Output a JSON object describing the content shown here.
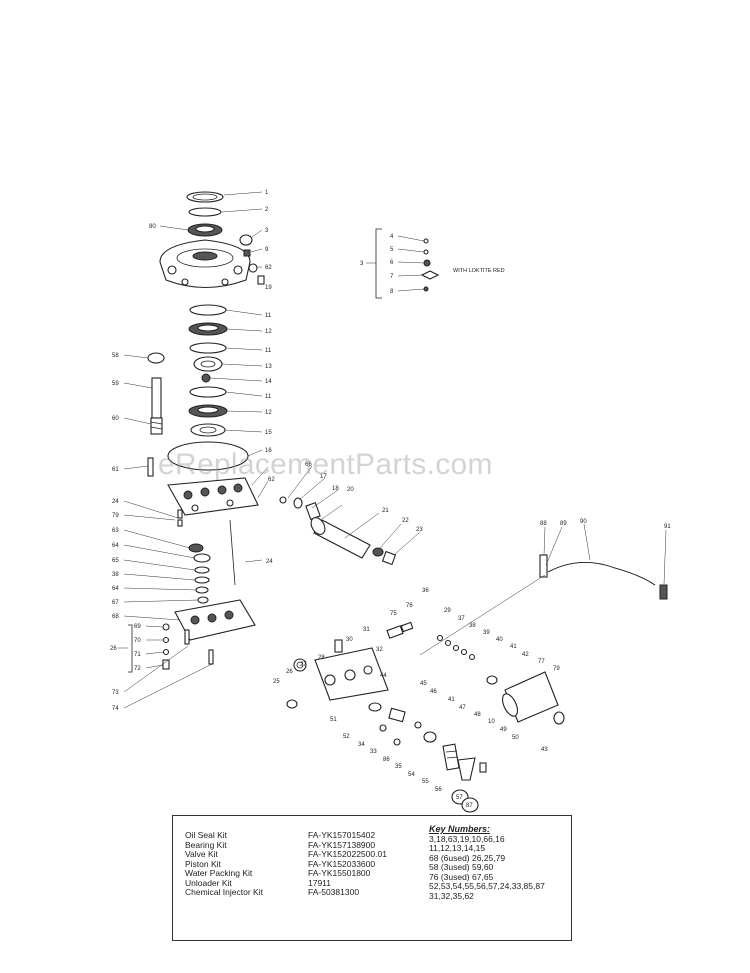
{
  "watermark": "eReplacementParts.com",
  "inset": {
    "group_number": "3",
    "items": [
      "4",
      "5",
      "6",
      "7",
      "8"
    ],
    "note": "WITH LOKTITE RED"
  },
  "callouts": {
    "c1": "1",
    "c2": "2",
    "c3": "3",
    "c9": "9",
    "c62a": "62",
    "c19": "19",
    "c80": "80",
    "c11a": "11",
    "c12a": "12",
    "c11b": "11",
    "c13": "13",
    "c14": "14",
    "c11c": "11",
    "c12b": "12",
    "c15": "15",
    "c16": "16",
    "c58": "58",
    "c59": "59",
    "c60": "60",
    "c61": "61",
    "c62b": "62",
    "c66": "66",
    "c17": "17",
    "c18": "18",
    "c20": "20",
    "c21": "21",
    "c22": "22",
    "c23": "23",
    "c24a": "24",
    "c79a": "79",
    "c63": "63",
    "c64a": "64",
    "c65": "65",
    "c38": "38",
    "c64b": "64",
    "c67": "67",
    "c24b": "24",
    "c68": "68",
    "c69": "69",
    "c70": "70",
    "c71": "71",
    "c72": "72",
    "c26": "26",
    "c73": "73",
    "c74": "74",
    "c88": "88",
    "c89": "89",
    "c90": "90",
    "c91": "91",
    "c75": "75",
    "c76": "76",
    "c36": "36",
    "c31": "31",
    "c32": "32",
    "c30": "30",
    "c29": "29",
    "c37": "37",
    "c38b": "38",
    "c39": "39",
    "c40": "40",
    "c41a": "41",
    "c42": "42",
    "c77": "77",
    "c79b": "79",
    "c27": "27",
    "c28": "28",
    "c26b": "26",
    "c25": "25",
    "c44": "44",
    "c45": "45",
    "c46": "46",
    "c41b": "41",
    "c47": "47",
    "c48": "48",
    "c49": "49",
    "c10": "10",
    "c50": "50",
    "c43": "43",
    "c51": "51",
    "c52": "52",
    "c34": "34",
    "c33": "33",
    "c86": "86",
    "c35": "35",
    "c54": "54",
    "c55": "55",
    "c56": "56",
    "c57": "57",
    "c87": "87"
  },
  "kits": {
    "names": [
      "Oil Seal Kit",
      "Bearing Kit",
      "Valve Kit",
      "Piston Kit",
      "Water Packing Kit",
      "Unloader Kit",
      "Chemical Injector Kit"
    ],
    "codes": [
      "FA-YK157015402",
      "FA-YK157138900",
      "FA-YK152022500.01",
      "FA-YK152033600",
      "FA-YK15501800",
      "17911",
      "FA-50381300"
    ],
    "key_title": "Key Numbers:",
    "keys": [
      "3,18,63,19,10,66,16",
      "11,12,13,14,15",
      "68 (6used)  26,25,79",
      "58 (3used)  59,60",
      "76 (3used)  67,65",
      "52,53,54,55,56,57,24,33,85,87",
      "31,32,35,62"
    ]
  }
}
